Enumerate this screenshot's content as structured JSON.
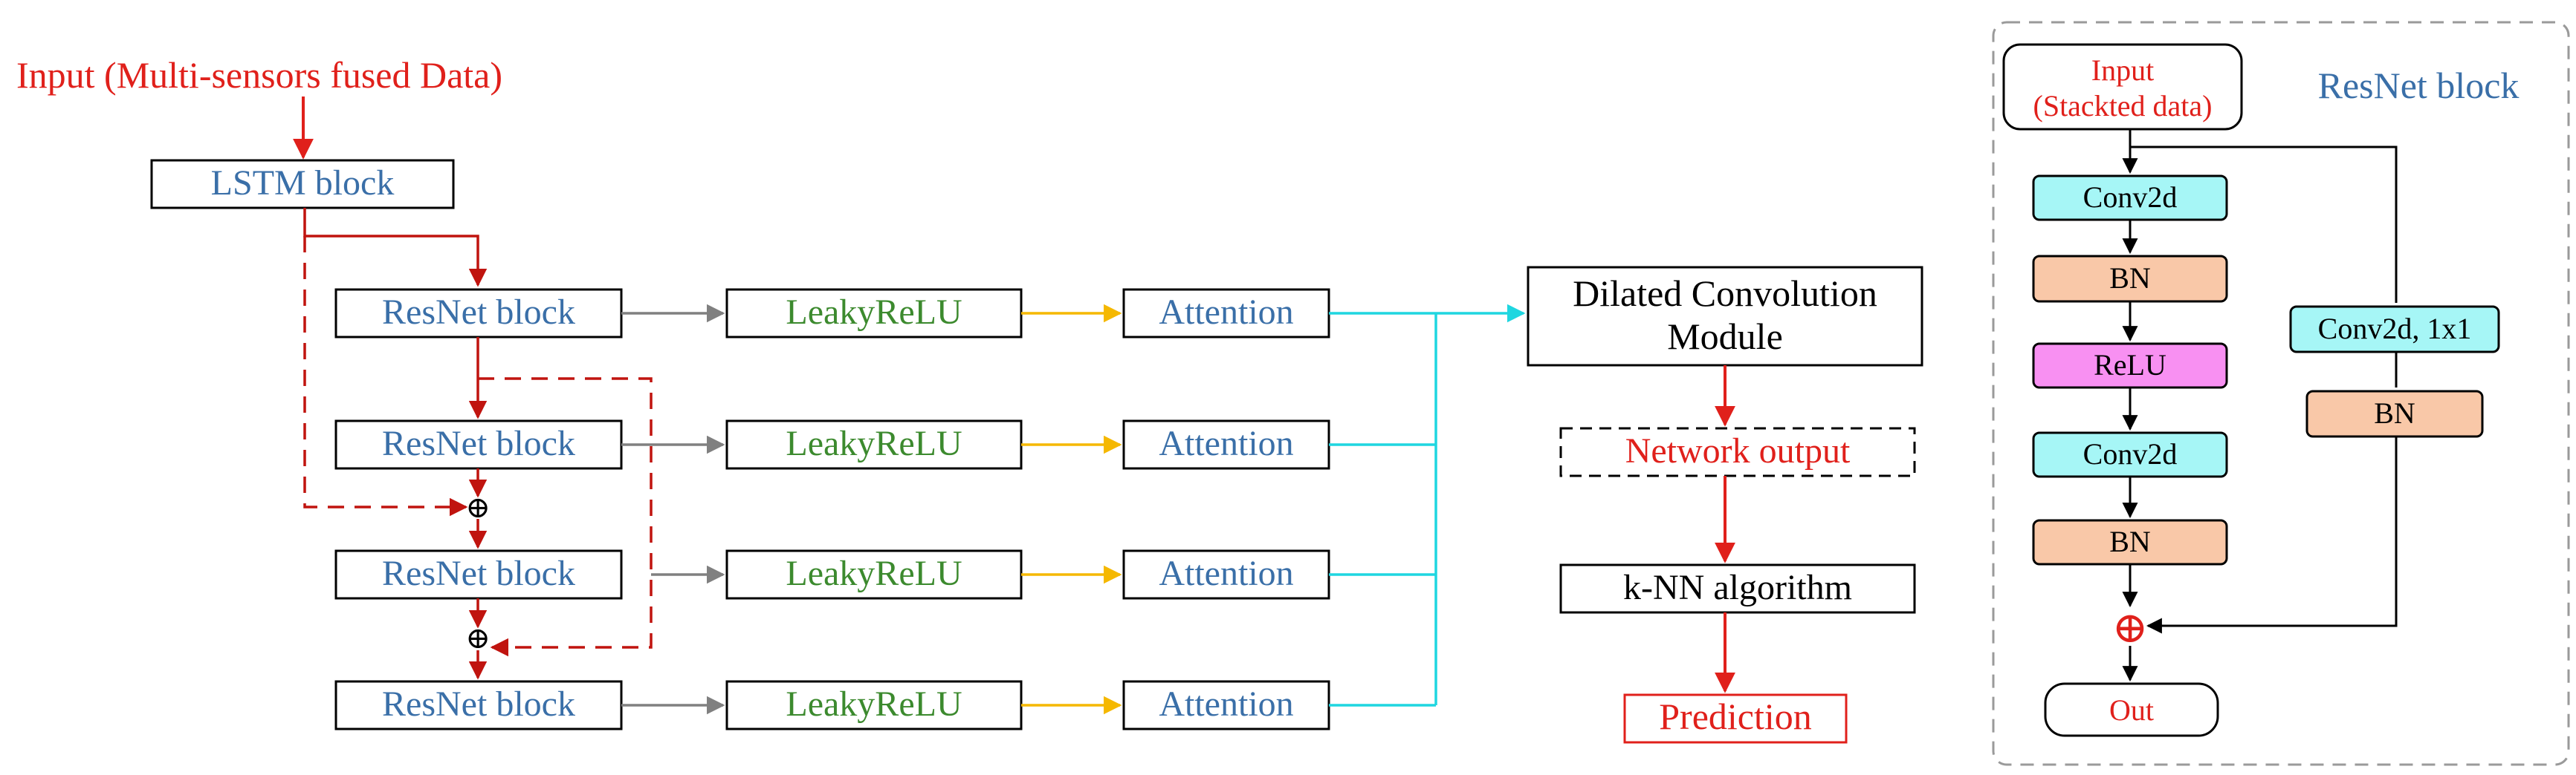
{
  "main_flow": {
    "input_label": "Input (Multi-sensors fused Data)",
    "lstm_label": "LSTM block",
    "resnet_labels": [
      "ResNet block",
      "ResNet block",
      "ResNet block",
      "ResNet block"
    ],
    "activation_labels": [
      "LeakyReLU",
      "LeakyReLU",
      "LeakyReLU",
      "LeakyReLU"
    ],
    "attention_labels": [
      "Attention",
      "Attention",
      "Attention",
      "Attention"
    ],
    "dilated_label_line1": "Dilated Convolution",
    "dilated_label_line2": "Module",
    "network_output_label": "Network output",
    "knn_label": "k-NN algorithm",
    "prediction_label": "Prediction",
    "sum_symbol": "⊕"
  },
  "resnet_detail": {
    "title": "ResNet block",
    "input_line1": "Input",
    "input_line2": "(Stackted data)",
    "conv2d_1": "Conv2d",
    "bn_1": "BN",
    "relu": "ReLU",
    "conv2d_2": "Conv2d",
    "bn_2": "BN",
    "shortcut_conv": "Conv2d, 1x1",
    "shortcut_bn": "BN",
    "out_label": "Out",
    "sum_symbol": "⊕"
  },
  "colors": {
    "red": "#e0201b",
    "dark_red": "#c0140f",
    "blue_text": "#3a6fa8",
    "green_text": "#3c8a2e",
    "orange_arrow": "#f5b800",
    "cyan_line": "#1fd6e0",
    "gray_arrow": "#808080",
    "cyan_fill": "#a6f6f6",
    "peach_fill": "#f9c8a8",
    "magenta_fill": "#f890f2",
    "dashed_gray": "#9a9a9a"
  }
}
